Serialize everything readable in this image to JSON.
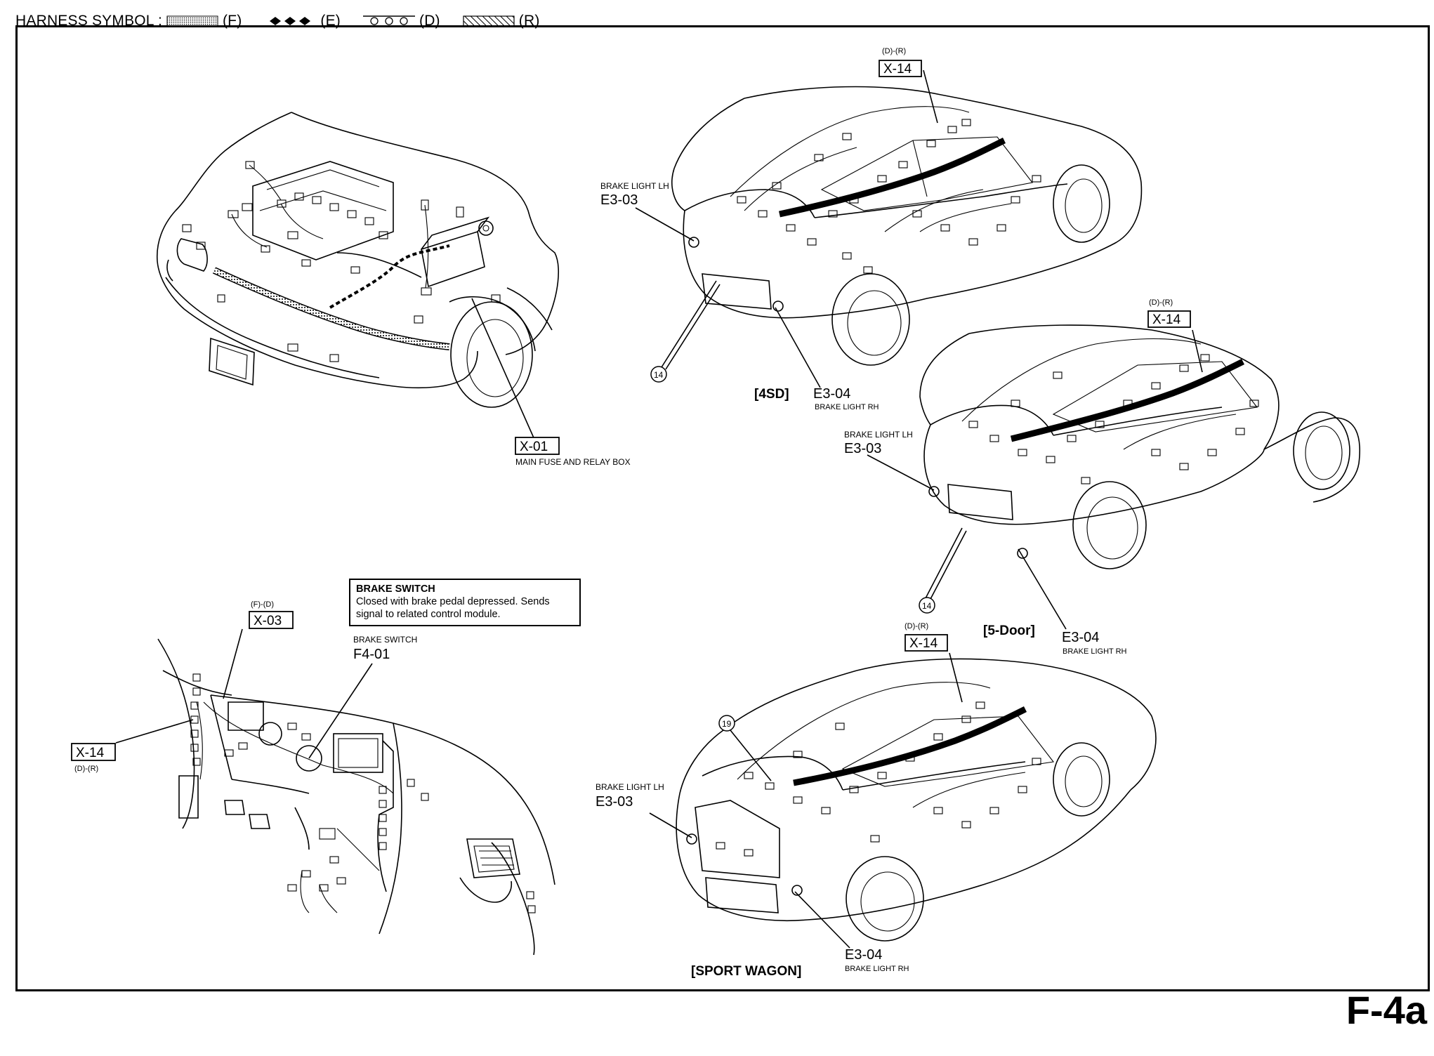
{
  "header": {
    "title": "HARNESS SYMBOL :",
    "symbols": [
      {
        "code": "(F)",
        "style": "dotted"
      },
      {
        "code": "(E)",
        "style": "diamonds"
      },
      {
        "code": "(D)",
        "style": "circles"
      },
      {
        "code": "(R)",
        "style": "hatched"
      }
    ]
  },
  "page_number": "F-4a",
  "views": {
    "sedan": "[4SD]",
    "five_door": "[5-Door]",
    "wagon": "[SPORT WAGON]"
  },
  "note": {
    "title": "BRAKE SWITCH",
    "body": "Closed with brake pedal depressed. Sends signal to related control module."
  },
  "labels": {
    "x01_code": "X-01",
    "x01_desc": "MAIN FUSE AND RELAY BOX",
    "x03_code": "X-03",
    "x03_harness": "(F)-(D)",
    "x14_code": "X-14",
    "x14_harness": "(D)-(R)",
    "f401_code": "F4-01",
    "f401_desc": "BRAKE SWITCH",
    "e303_code": "E3-03",
    "e303_desc": "BRAKE LIGHT LH",
    "e304_code": "E3-04",
    "e304_desc": "BRAKE LIGHT RH",
    "ground_14": "14",
    "ground_19": "19"
  },
  "colors": {
    "ink": "#000000",
    "paper": "#ffffff"
  }
}
